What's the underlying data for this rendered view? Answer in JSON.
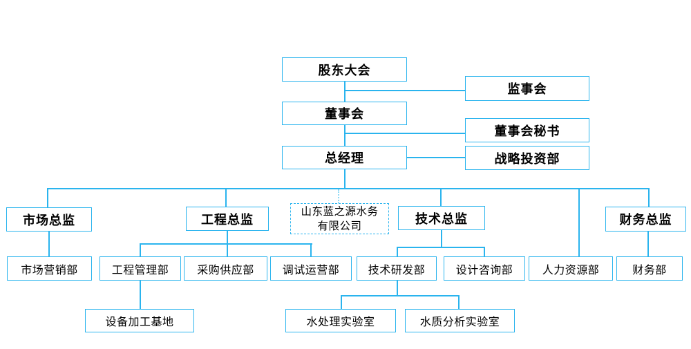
{
  "org_chart": {
    "type": "org-chart",
    "colors": {
      "line": "#2ab4ee",
      "line-light": "#8ed9f6",
      "text": "#000000",
      "background": "#ffffff"
    },
    "nodes": {
      "shareholders_meeting": "股东大会",
      "supervisory_board": "监事会",
      "board_of_directors": "董事会",
      "board_secretary": "董事会秘书",
      "general_manager": "总经理",
      "strategic_investment_dept": "战略投资部",
      "marketing_director": "市场总监",
      "engineering_director": "工程总监",
      "company": "山东蓝之源水务有限公司",
      "technical_director": "技术总监",
      "finance_director": "财务总监",
      "marketing_dept": "市场营销部",
      "engineering_management_dept": "工程管理部",
      "procurement_supply_dept": "采购供应部",
      "commissioning_operations_dept": "调试运营部",
      "technology_rd_dept": "技术研发部",
      "design_consulting_dept": "设计咨询部",
      "human_resources_dept": "人力资源部",
      "finance_dept": "财务部",
      "equipment_processing_base": "设备加工基地",
      "water_treatment_lab": "水处理实验室",
      "water_quality_analysis_lab": "水质分析实验室"
    },
    "edges": [
      [
        "shareholders_meeting",
        "supervisory_board"
      ],
      [
        "shareholders_meeting",
        "board_of_directors"
      ],
      [
        "board_of_directors",
        "board_secretary"
      ],
      [
        "board_of_directors",
        "general_manager"
      ],
      [
        "general_manager",
        "strategic_investment_dept"
      ],
      [
        "general_manager",
        "marketing_director"
      ],
      [
        "general_manager",
        "engineering_director"
      ],
      [
        "general_manager",
        "company"
      ],
      [
        "general_manager",
        "technical_director"
      ],
      [
        "general_manager",
        "human_resources_dept"
      ],
      [
        "general_manager",
        "finance_director"
      ],
      [
        "marketing_director",
        "marketing_dept"
      ],
      [
        "engineering_director",
        "engineering_management_dept"
      ],
      [
        "engineering_director",
        "procurement_supply_dept"
      ],
      [
        "engineering_director",
        "commissioning_operations_dept"
      ],
      [
        "technical_director",
        "technology_rd_dept"
      ],
      [
        "technical_director",
        "design_consulting_dept"
      ],
      [
        "finance_director",
        "finance_dept"
      ],
      [
        "engineering_management_dept",
        "equipment_processing_base"
      ],
      [
        "technology_rd_dept",
        "water_treatment_lab"
      ],
      [
        "technology_rd_dept",
        "water_quality_analysis_lab"
      ]
    ]
  }
}
